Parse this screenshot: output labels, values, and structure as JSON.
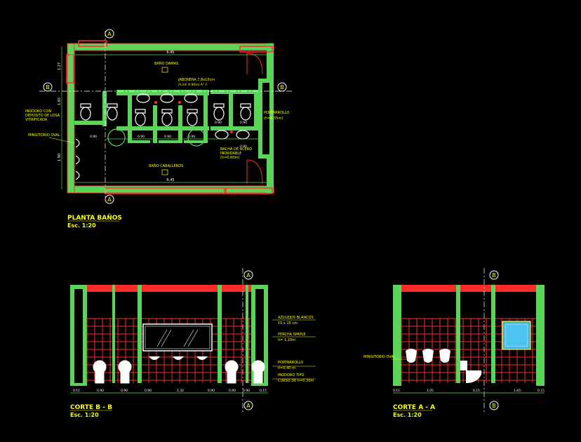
{
  "plan": {
    "title": "PLANTA BAÑOS",
    "scale": "Esc. 1:20",
    "labels": {
      "banio_damas": "BAÑO DAMAS",
      "jabonera": "JABONERA 7.8x15cm",
      "jabonera_sub": "(h.inf. 0.90m)  A° F.",
      "inodoro": "INODORO CON",
      "inodoro2": "DEPOSITO DE LOSA",
      "inodoro3": "VITRIFICADA",
      "mingitorio": "MINGITORIO OVAL",
      "portarrollo": "PORTARROLLO",
      "portarrollo_h": "(h=0.55m)",
      "bacha": "BACHA DE ACERO",
      "bacha2": "INOXIDABLE",
      "bacha3": "(h=0.60m)",
      "banio_caballeros": "BAÑO CABALLEROS"
    },
    "markers": {
      "a": "A",
      "b": "B"
    },
    "dims": {
      "top": "6.45",
      "bottom": "6.45",
      "left_a": "1.27",
      "left_b": "1.65",
      "left_c": "1.90",
      "stall1": "0.90",
      "stall2": "0.90",
      "stall3": "0.90",
      "stall4": "0.90",
      "stall5": "0.90",
      "stall6": "0.90",
      "stall7": "0.90"
    }
  },
  "section_bb": {
    "title": "CORTE B - B",
    "scale": "Esc. 1:20",
    "marker": "A",
    "labels": {
      "azulejos": "AZULEJOS BLANCOS",
      "azulejos2": "15 x 15 cm",
      "percha": "PERCHA SIMPLE",
      "percha_h": "h= 1.20m",
      "portarrollo": "PORTARROLLO",
      "portarrollo_h": "h=0.40 m",
      "inodoro": "INODORO TIPO",
      "inodoro2": "CURSO DE h=0.30m"
    },
    "dims": {
      "d1": "0.15",
      "d2": "0.90",
      "d3": "0.90",
      "d4": "0.90",
      "d5": "2.32",
      "d6": "0.90",
      "d7": "0.90",
      "d8": "0.90",
      "d9": "0.15"
    }
  },
  "section_aa": {
    "title": "CORTE A - A",
    "scale": "Esc. 1:20",
    "marker": "B",
    "labels": {
      "mingitorio": "MINGITORIO OVAL"
    },
    "dims": {
      "d1": "0.15",
      "d2": "1.05",
      "d3": "0.15",
      "d4": "1.65",
      "d5": "0.15"
    }
  }
}
